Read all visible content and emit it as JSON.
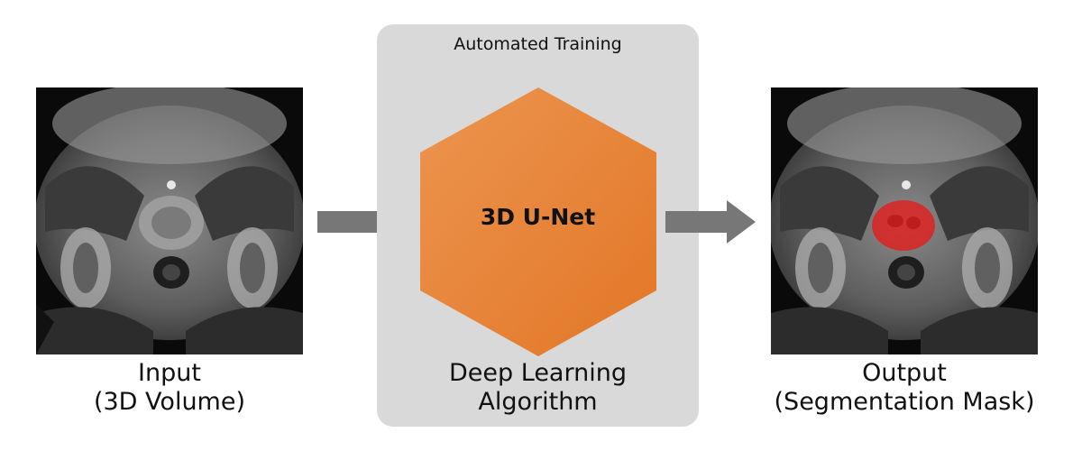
{
  "input": {
    "title": "Input",
    "subtitle": "(3D Volume)"
  },
  "center": {
    "panel_title": "Automated Training",
    "network_label": "3D U-Net",
    "algorithm_line1": "Deep Learning",
    "algorithm_line2": "Algorithm"
  },
  "output": {
    "title": "Output",
    "subtitle": "(Segmentation Mask)"
  },
  "colors": {
    "panel_bg": "#d9d9d9",
    "hexagon_light": "#e98f46",
    "hexagon_dark": "#e47b2c",
    "arrow": "#777777",
    "mask": "#e02020"
  },
  "icons": [
    "right-arrow-icon",
    "hexagon-shape"
  ]
}
